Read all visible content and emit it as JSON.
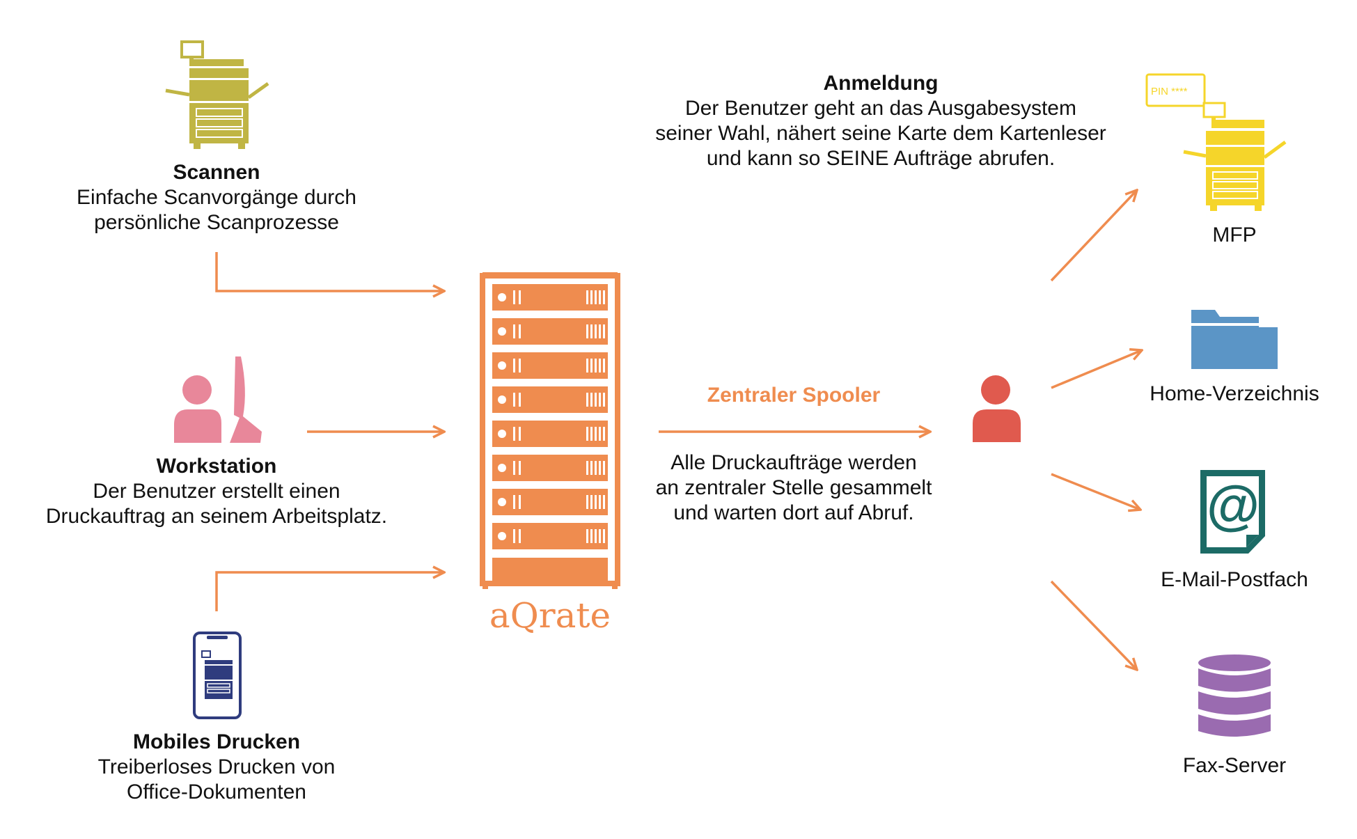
{
  "scan": {
    "title": "Scannen",
    "line1": "Einfache Scanvorgänge durch",
    "line2": "persönliche Scanprozesse",
    "icon": "scanner-printer-icon"
  },
  "workstation": {
    "title": "Workstation",
    "line1": "Der Benutzer erstellt einen",
    "line2": "Druckauftrag an seinem Arbeitsplatz.",
    "icon": "user-at-monitor-icon"
  },
  "mobile": {
    "title": "Mobiles Drucken",
    "line1": "Treiberloses Drucken von",
    "line2": "Office-Dokumenten",
    "icon": "smartphone-printer-icon"
  },
  "server": {
    "logo": "aQrate",
    "icon": "server-rack-icon"
  },
  "spooler": {
    "title": "Zentraler Spooler",
    "line1": "Alle Druckaufträge werden",
    "line2": "an zentraler Stelle gesammelt",
    "line3": "und warten dort auf Abruf."
  },
  "login": {
    "title": "Anmeldung",
    "line1": "Der Benutzer geht an das Ausgabesystem",
    "line2": "seiner Wahl, nähert seine Karte dem Kartenleser",
    "line3": "und kann so SEINE Aufträge abrufen.",
    "icon": "user-icon"
  },
  "outputs": {
    "mfp": {
      "label": "MFP",
      "pin": "PIN ****",
      "icon": "mfp-printer-icon"
    },
    "home": {
      "label": "Home-Verzeichnis",
      "icon": "folder-icon"
    },
    "email": {
      "label": "E-Mail-Postfach",
      "glyph": "@",
      "icon": "email-document-icon"
    },
    "fax": {
      "label": "Fax-Server",
      "icon": "database-icon"
    }
  },
  "colors": {
    "accent": "#ef8c4f",
    "scanner": "#c0b544",
    "workstation": "#e8879a",
    "mobile": "#2f3c7e",
    "mfp": "#f5d52a",
    "folder": "#5b95c6",
    "email": "#1c6b66",
    "fax": "#9a6bb0",
    "user": "#e05a4e"
  }
}
